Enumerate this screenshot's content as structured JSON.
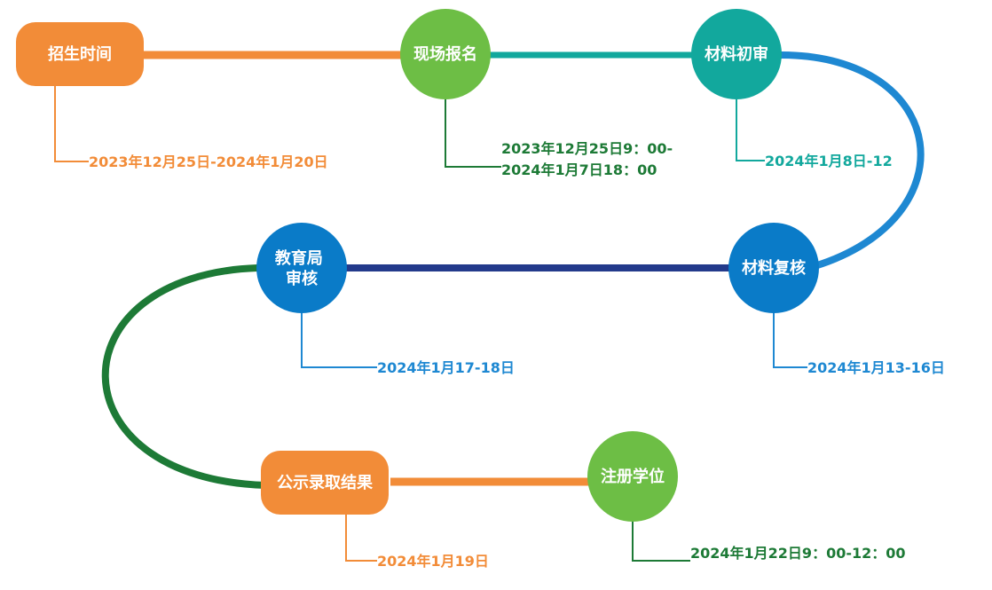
{
  "steps": [
    {
      "label": [
        "招生时间"
      ],
      "date": [
        "2023年12月25日-2024年1月20日"
      ]
    },
    {
      "label": [
        "现场报名"
      ],
      "date": [
        "2023年12月25日9：00-",
        "2024年1月7日18：00"
      ]
    },
    {
      "label": [
        "材料初审"
      ],
      "date": [
        "2024年1月8日-12"
      ]
    },
    {
      "label": [
        "材料复核"
      ],
      "date": [
        "2024年1月13-16日"
      ]
    },
    {
      "label": [
        "教育局",
        "审核"
      ],
      "date": [
        "2024年1月17-18日"
      ]
    },
    {
      "label": [
        "公示录取结果"
      ],
      "date": [
        "2024年1月19日"
      ]
    },
    {
      "label": [
        "注册学位"
      ],
      "date": [
        "2024年1月22日9：00-12：00"
      ]
    }
  ],
  "colors": {
    "orange": "#F28C38",
    "green_light": "#6DBE45",
    "teal": "#12A89D",
    "blue": "#1E88D2",
    "navy": "#233A8B",
    "green_dark": "#1D7A36",
    "date_green": "#1D7A36",
    "date_teal": "#12A89D",
    "date_blue": "#1E88D2",
    "date_orange": "#F28C38"
  }
}
